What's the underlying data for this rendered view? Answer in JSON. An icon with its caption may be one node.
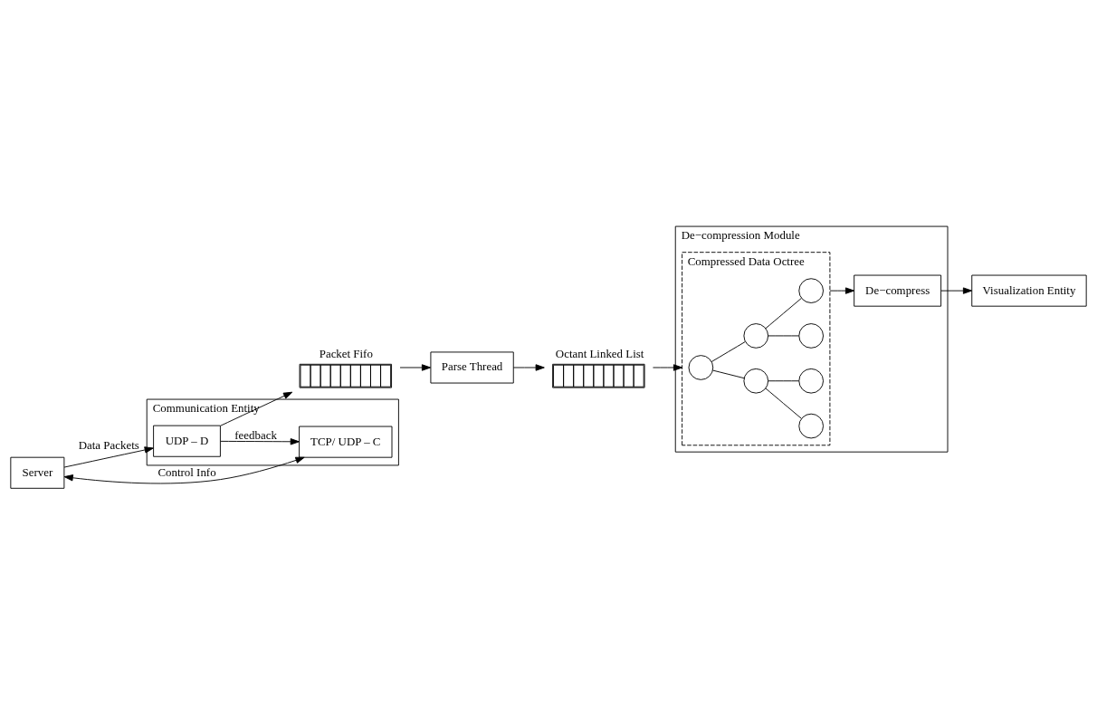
{
  "diagram": {
    "nodes": [
      {
        "text": [
          "Communication Entity"
        ]
      },
      {
        "text": [
          "TCP/ UDP – C"
        ],
        "in": 0
      },
      {
        "text": [
          "UDP – D"
        ],
        "in": 0
      },
      {
        "text": [
          "Packet Fifo"
        ]
      },
      {
        "text": [
          "Parse Thread"
        ]
      },
      {
        "text": [
          "Octant Linked List"
        ]
      },
      {
        "text": [
          "De−compression Module"
        ]
      },
      {
        "text": [
          "Compressed Data Octree"
        ],
        "in": 6
      },
      {
        "text": [],
        "shape": "circle",
        "in": 7
      },
      {
        "text": [],
        "shape": "circle",
        "in": 7
      },
      {
        "text": [],
        "shape": "circle",
        "in": 7
      },
      {
        "text": [],
        "shape": "circle",
        "in": 7
      },
      {
        "text": [],
        "shape": "circle",
        "in": 7
      },
      {
        "text": [],
        "shape": "circle",
        "in": 7
      },
      {
        "text": [],
        "shape": "circle",
        "in": 7
      },
      {
        "text": [
          "De−compress"
        ],
        "in": 6
      },
      {
        "text": [
          "Server"
        ]
      },
      {
        "text": [
          "Visualization Entity"
        ]
      }
    ],
    "edges": [
      {
        "from": 2,
        "to": 1,
        "arrow": "to",
        "label": "feedback"
      },
      {
        "from": 2,
        "to": 3,
        "arrow": "to"
      },
      {
        "from": 3,
        "to": 4,
        "arrow": "to"
      },
      {
        "from": 4,
        "to": 5,
        "arrow": "to"
      },
      {
        "from": 5,
        "to": 7,
        "arrow": "to"
      },
      {
        "from": 8,
        "to": 9,
        "arrow": "none"
      },
      {
        "from": 8,
        "to": 10,
        "arrow": "none"
      },
      {
        "from": 9,
        "to": 11,
        "arrow": "none"
      },
      {
        "from": 9,
        "to": 12,
        "arrow": "none"
      },
      {
        "from": 10,
        "to": 13,
        "arrow": "none"
      },
      {
        "from": 10,
        "to": 14,
        "arrow": "none"
      },
      {
        "from": 7,
        "to": 15,
        "arrow": "to"
      },
      {
        "from": 15,
        "to": 17,
        "arrow": "to"
      },
      {
        "from": 16,
        "to": 1,
        "arrow": "both",
        "label": "Control Info"
      },
      {
        "from": 16,
        "to": 2,
        "arrow": "to",
        "label": "Data Packets"
      }
    ]
  }
}
